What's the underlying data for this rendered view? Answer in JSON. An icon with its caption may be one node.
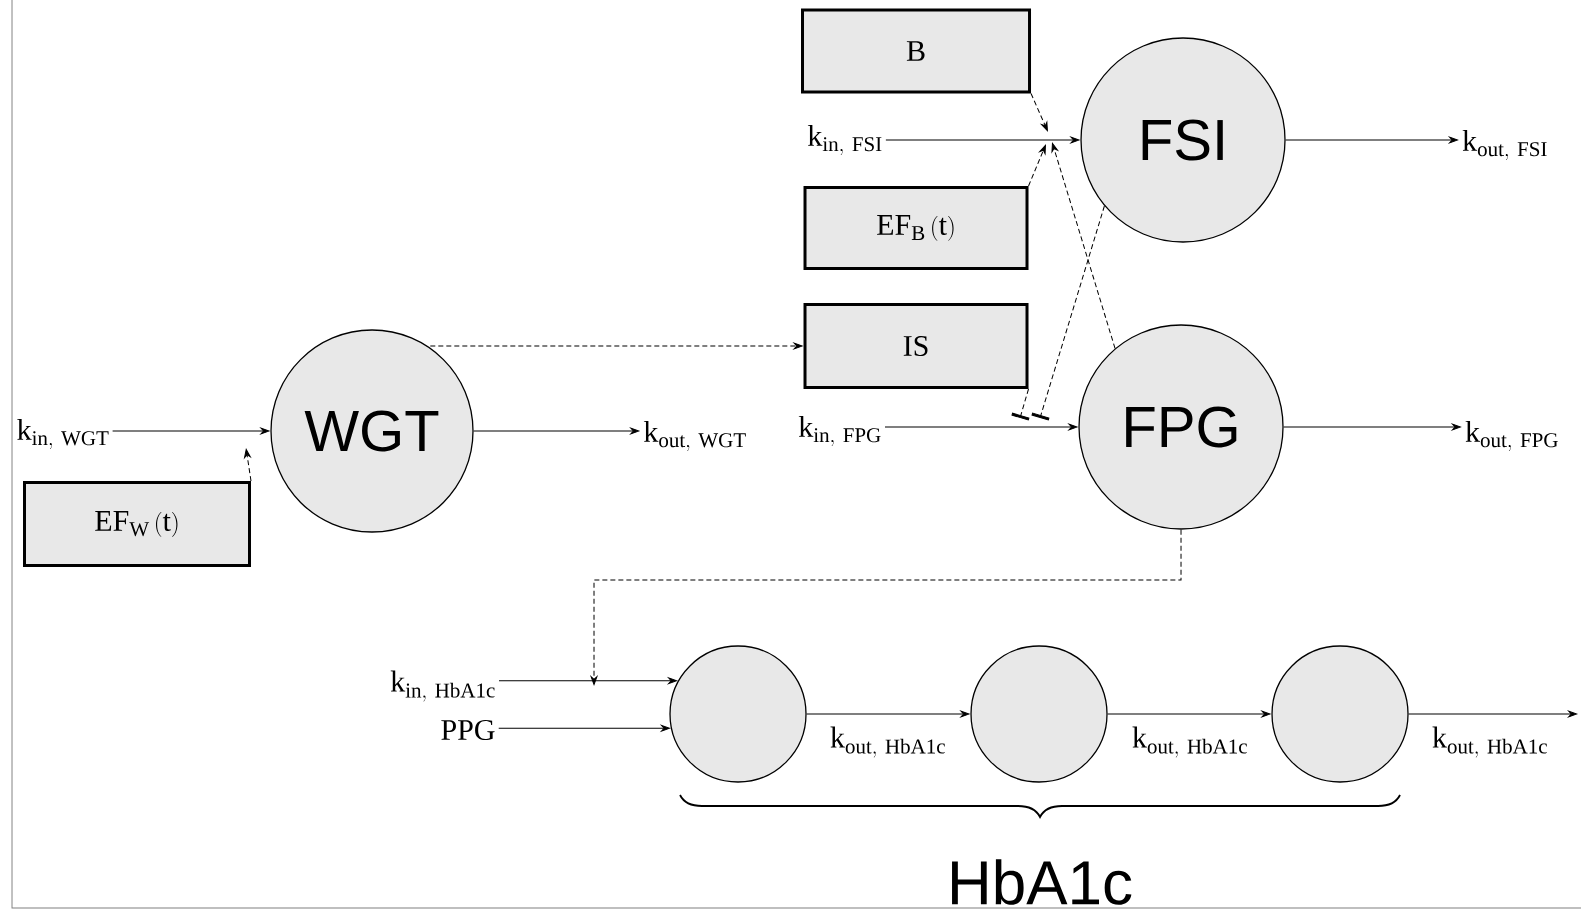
{
  "diagram": {
    "nodes": [
      {
        "text": [
          "B"
        ]
      },
      {
        "text": [
          "\\mathrm{k_{in,\\ FSI}}"
        ]
      },
      {
        "text": [
          "FSI"
        ]
      },
      {
        "text": [
          "\\mathrm{k_{out,\\ FSI}}"
        ]
      },
      {
        "text": [
          "\\mathrm{EF_{B}\\,(t)}"
        ]
      },
      {
        "text": [
          "IS"
        ]
      },
      {
        "text": [
          "\\mathrm{k_{in,\\ WGT}}"
        ]
      },
      {
        "text": [
          "WGT"
        ]
      },
      {
        "text": [
          "\\mathrm{k_{out,\\ WGT}}"
        ]
      },
      {
        "text": [
          "\\mathrm{k_{in,\\ FPG}}"
        ]
      },
      {
        "text": [
          "FPG"
        ]
      },
      {
        "text": [
          "\\mathrm{k_{out,\\ FPG}}"
        ]
      },
      {
        "text": [
          "\\mathrm{EF_{W}\\,(t)}"
        ]
      },
      {
        "text": [
          "\\mathrm{k_{in,\\ HbA1c}}"
        ]
      },
      {
        "text": [
          "PPG"
        ]
      },
      {
        "text": [],
        "shape": "circle"
      },
      {
        "text": [],
        "shape": "circle"
      },
      {
        "text": [],
        "shape": "circle"
      }
    ],
    "edges": [
      {
        "from": 1,
        "to": 2,
        "arrow": "to"
      },
      {
        "from": 2,
        "to": 3,
        "arrow": "to"
      },
      {
        "from": 0,
        "to": null,
        "arrow": "to",
        "style": "dashed"
      },
      {
        "from": 4,
        "to": null,
        "arrow": "to",
        "style": "dashed"
      },
      {
        "from": 10,
        "to": null,
        "arrow": "to",
        "style": "dashed"
      },
      {
        "from": 2,
        "to": null,
        "arrow": "other",
        "style": "dashed"
      },
      {
        "from": 5,
        "to": null,
        "arrow": "other",
        "style": "dashed"
      },
      {
        "from": 7,
        "to": 5,
        "arrow": "to",
        "style": "dashed"
      },
      {
        "from": 6,
        "to": 7,
        "arrow": "to"
      },
      {
        "from": 7,
        "to": 8,
        "arrow": "to"
      },
      {
        "from": 12,
        "to": null,
        "arrow": "to",
        "style": "dashed"
      },
      {
        "from": 9,
        "to": 10,
        "arrow": "to"
      },
      {
        "from": 10,
        "to": 11,
        "arrow": "to"
      },
      {
        "from": 10,
        "to": null,
        "arrow": "to",
        "style": "dashed"
      },
      {
        "from": 13,
        "to": 15,
        "arrow": "to"
      },
      {
        "from": 14,
        "to": 15,
        "arrow": "to"
      },
      {
        "from": 15,
        "to": 16,
        "arrow": "to",
        "label": "\\mathrm{k_{out,\\ HbA1c}}"
      },
      {
        "from": 16,
        "to": 17,
        "arrow": "to",
        "label": "\\mathrm{k_{out,\\ HbA1c}}"
      },
      {
        "from": 17,
        "to": null,
        "arrow": "to",
        "label": "\\mathrm{k_{out,\\ HbA1c}}"
      }
    ],
    "labels": [
      "HbA1c"
    ]
  }
}
